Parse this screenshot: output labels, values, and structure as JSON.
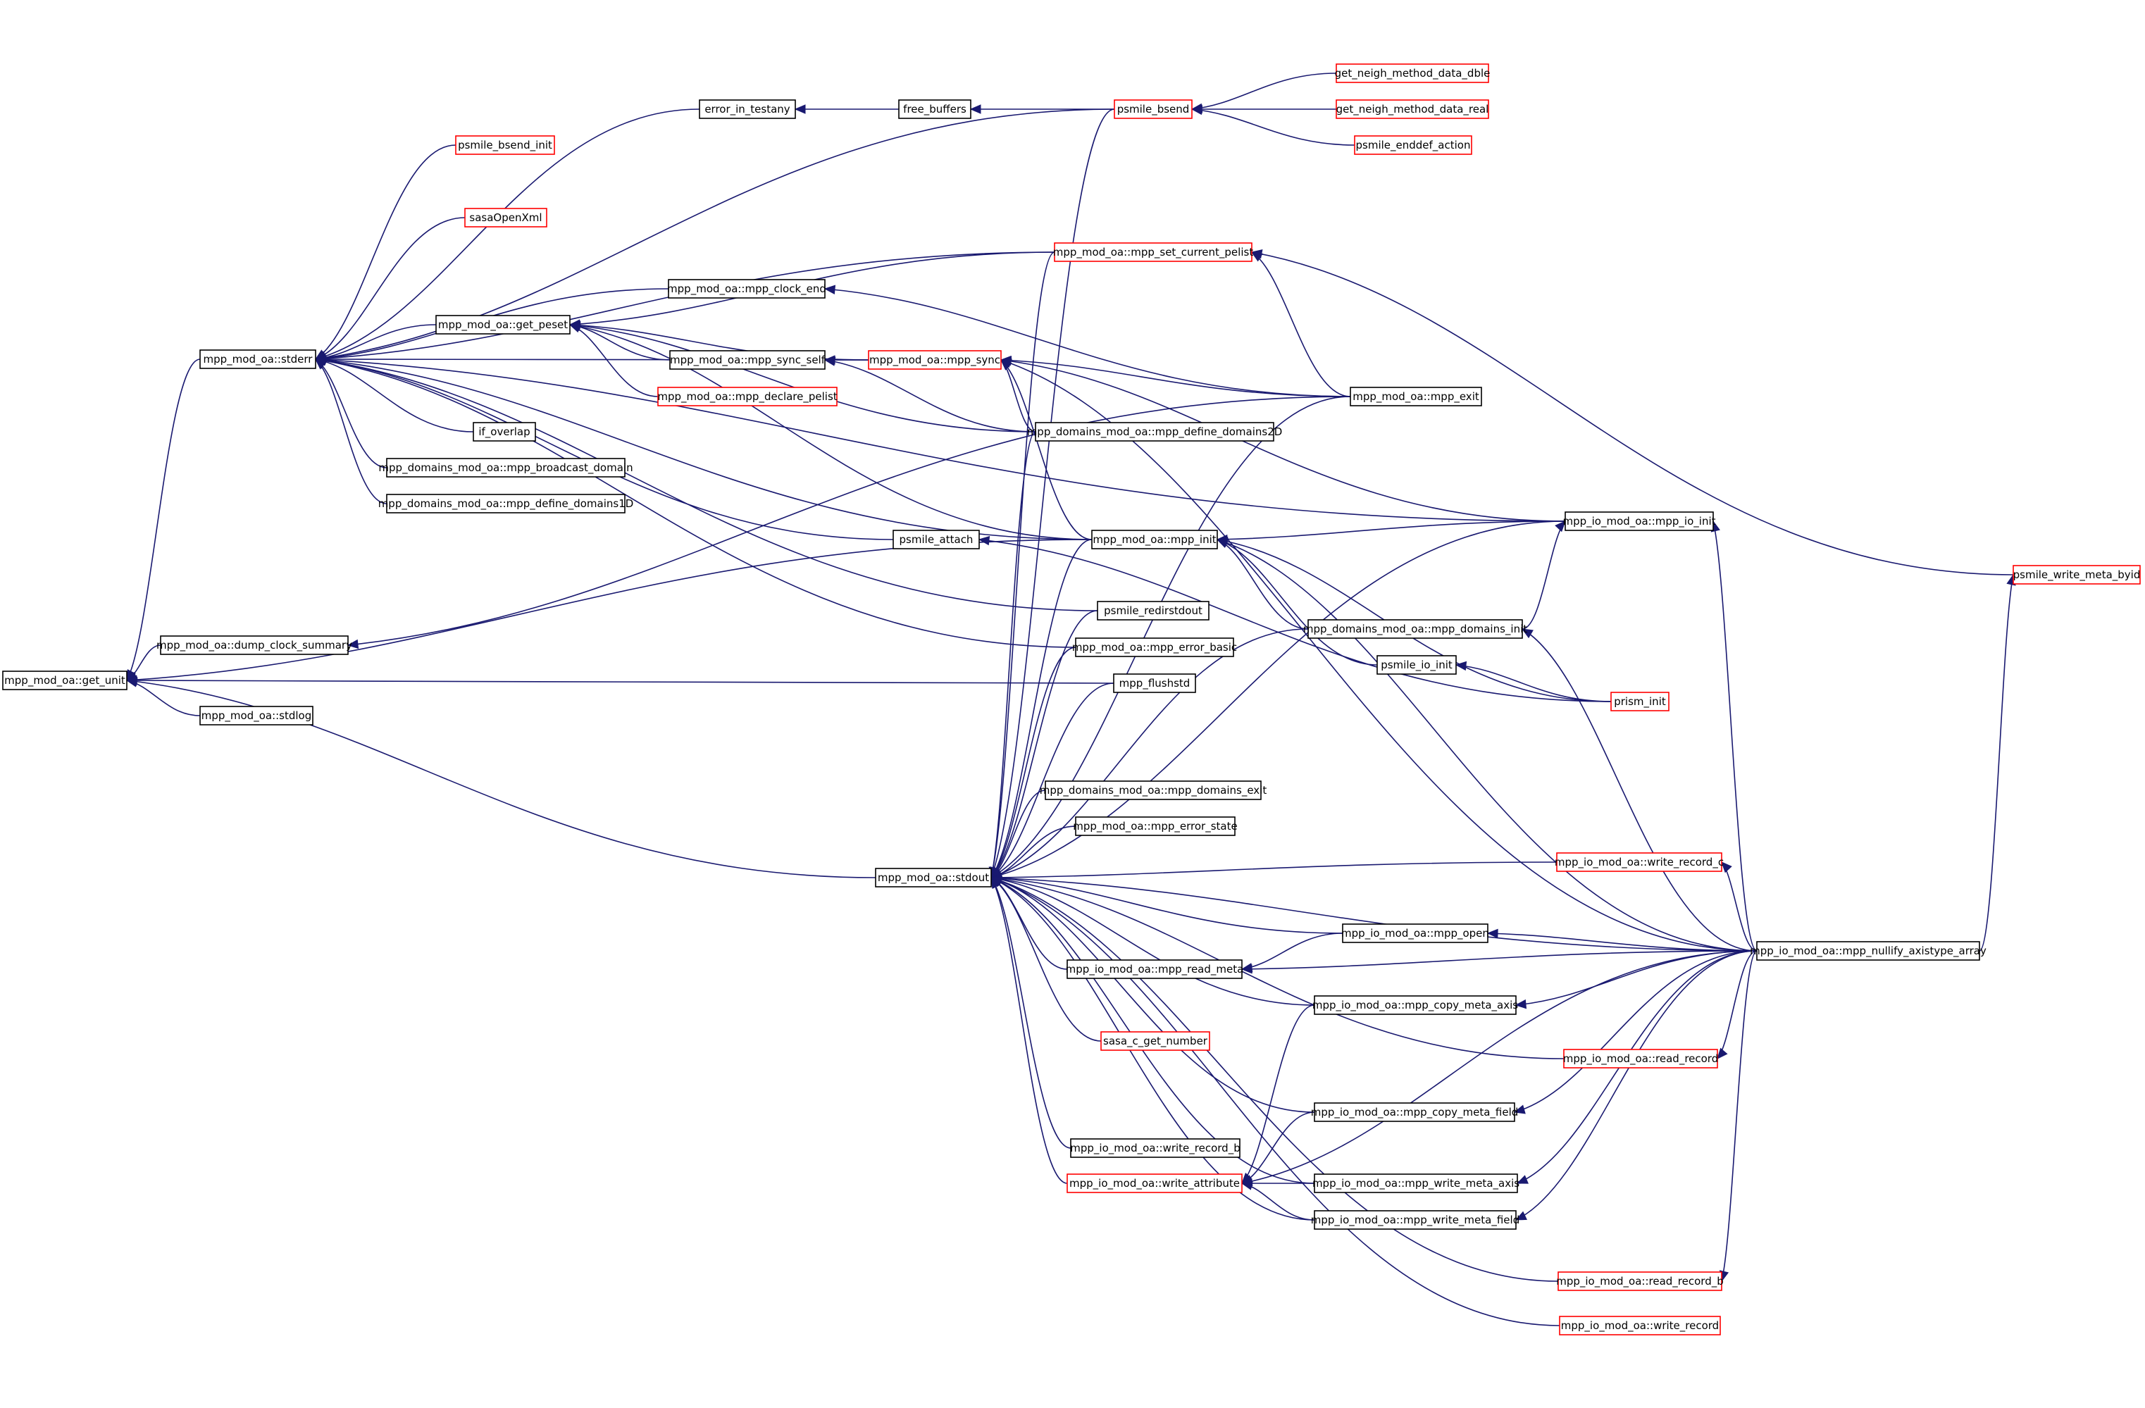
{
  "colors": {
    "edge": "#191970",
    "box_border": "#000000",
    "box_border_link": "#ff0000",
    "root_fill": "#bfbfbf"
  },
  "nodes": {
    "get_unit": {
      "label": "mpp_mod_oa::get_unit",
      "root": true
    },
    "stderr": {
      "label": "mpp_mod_oa::stderr"
    },
    "dump_clock_summary": {
      "label": "mpp_mod_oa::dump_clock_summary"
    },
    "stdlog": {
      "label": "mpp_mod_oa::stdlog"
    },
    "stdout": {
      "label": "mpp_mod_oa::stdout"
    },
    "error_in_testany": {
      "label": "error_in_testany"
    },
    "free_buffers": {
      "label": "free_buffers"
    },
    "psmile_bsend": {
      "label": "psmile_bsend",
      "red": true
    },
    "get_neigh_method_data_dble": {
      "label": "get_neigh_method_data_dble",
      "red": true
    },
    "get_neigh_method_data_real": {
      "label": "get_neigh_method_data_real",
      "red": true
    },
    "psmile_enddef_action": {
      "label": "psmile_enddef_action",
      "red": true
    },
    "psmile_bsend_init": {
      "label": "psmile_bsend_init",
      "red": true
    },
    "sasaOpenXml": {
      "label": "sasaOpenXml",
      "red": true
    },
    "mpp_set_current_pelist": {
      "label": "mpp_mod_oa::mpp_set_current_pelist",
      "red": true
    },
    "mpp_clock_end": {
      "label": "mpp_mod_oa::mpp_clock_end"
    },
    "get_peset": {
      "label": "mpp_mod_oa::get_peset"
    },
    "mpp_sync_self": {
      "label": "mpp_mod_oa::mpp_sync_self"
    },
    "mpp_sync": {
      "label": "mpp_mod_oa::mpp_sync",
      "red": true
    },
    "mpp_declare_pelist": {
      "label": "mpp_mod_oa::mpp_declare_pelist",
      "red": true
    },
    "mpp_exit": {
      "label": "mpp_mod_oa::mpp_exit"
    },
    "if_overlap": {
      "label": "if_overlap"
    },
    "mpp_define_domains2D": {
      "label": "mpp_domains_mod_oa::mpp_define_domains2D"
    },
    "mpp_broadcast_domain": {
      "label": "mpp_domains_mod_oa::mpp_broadcast_domain"
    },
    "mpp_define_domains1D": {
      "label": "mpp_domains_mod_oa::mpp_define_domains1D"
    },
    "psmile_attach": {
      "label": "psmile_attach"
    },
    "mpp_init": {
      "label": "mpp_mod_oa::mpp_init"
    },
    "mpp_io_init": {
      "label": "mpp_io_mod_oa::mpp_io_init"
    },
    "psmile_write_meta_byid": {
      "label": "psmile_write_meta_byid",
      "red": true
    },
    "psmile_redirstdout": {
      "label": "psmile_redirstdout"
    },
    "mpp_error_basic": {
      "label": "mpp_mod_oa::mpp_error_basic"
    },
    "mpp_domains_init": {
      "label": "mpp_domains_mod_oa::mpp_domains_init"
    },
    "mpp_flushstd": {
      "label": "mpp_flushstd"
    },
    "psmile_io_init": {
      "label": "psmile_io_init"
    },
    "prism_init": {
      "label": "prism_init",
      "red": true
    },
    "mpp_domains_exit": {
      "label": "mpp_domains_mod_oa::mpp_domains_exit"
    },
    "mpp_error_state": {
      "label": "mpp_mod_oa::mpp_error_state"
    },
    "write_record_c": {
      "label": "mpp_io_mod_oa::write_record_c",
      "red": true
    },
    "mpp_open": {
      "label": "mpp_io_mod_oa::mpp_open"
    },
    "mpp_nullify_axistype_array": {
      "label": "mpp_io_mod_oa::mpp_nullify_axistype_array"
    },
    "mpp_read_meta": {
      "label": "mpp_io_mod_oa::mpp_read_meta"
    },
    "mpp_copy_meta_axis": {
      "label": "mpp_io_mod_oa::mpp_copy_meta_axis"
    },
    "sasa_c_get_number": {
      "label": "sasa_c_get_number",
      "red": true
    },
    "read_record": {
      "label": "mpp_io_mod_oa::read_record",
      "red": true
    },
    "mpp_copy_meta_field": {
      "label": "mpp_io_mod_oa::mpp_copy_meta_field"
    },
    "write_record_b": {
      "label": "mpp_io_mod_oa::write_record_b"
    },
    "write_attribute": {
      "label": "mpp_io_mod_oa::write_attribute",
      "red": true
    },
    "mpp_write_meta_axis": {
      "label": "mpp_io_mod_oa::mpp_write_meta_axis"
    },
    "mpp_write_meta_field": {
      "label": "mpp_io_mod_oa::mpp_write_meta_field"
    },
    "read_record_b": {
      "label": "mpp_io_mod_oa::read_record_b",
      "red": true
    },
    "write_record": {
      "label": "mpp_io_mod_oa::write_record",
      "red": true
    }
  },
  "edges": [
    [
      "stderr",
      "get_unit"
    ],
    [
      "dump_clock_summary",
      "get_unit"
    ],
    [
      "stdlog",
      "get_unit"
    ],
    [
      "stdout",
      "get_unit"
    ],
    [
      "mpp_init",
      "get_unit"
    ],
    [
      "mpp_flushstd",
      "get_unit"
    ],
    [
      "error_in_testany",
      "stderr"
    ],
    [
      "psmile_bsend_init",
      "stderr"
    ],
    [
      "sasaOpenXml",
      "stderr"
    ],
    [
      "mpp_clock_end",
      "stderr"
    ],
    [
      "get_peset",
      "stderr"
    ],
    [
      "if_overlap",
      "stderr"
    ],
    [
      "mpp_broadcast_domain",
      "stderr"
    ],
    [
      "mpp_define_domains1D",
      "stderr"
    ],
    [
      "psmile_attach",
      "stderr"
    ],
    [
      "psmile_bsend",
      "stderr"
    ],
    [
      "mpp_io_init",
      "stderr"
    ],
    [
      "mpp_set_current_pelist",
      "stderr"
    ],
    [
      "mpp_sync",
      "stderr"
    ],
    [
      "mpp_init",
      "stderr"
    ],
    [
      "psmile_redirstdout",
      "stderr"
    ],
    [
      "mpp_error_basic",
      "stderr"
    ],
    [
      "mpp_exit",
      "dump_clock_summary"
    ],
    [
      "free_buffers",
      "error_in_testany"
    ],
    [
      "psmile_bsend",
      "free_buffers"
    ],
    [
      "get_neigh_method_data_dble",
      "psmile_bsend"
    ],
    [
      "get_neigh_method_data_real",
      "psmile_bsend"
    ],
    [
      "psmile_enddef_action",
      "psmile_bsend"
    ],
    [
      "mpp_set_current_pelist",
      "get_peset"
    ],
    [
      "mpp_sync_self",
      "get_peset"
    ],
    [
      "mpp_sync",
      "get_peset"
    ],
    [
      "mpp_declare_pelist",
      "get_peset"
    ],
    [
      "mpp_define_domains2D",
      "get_peset"
    ],
    [
      "mpp_init",
      "get_peset"
    ],
    [
      "mpp_sync",
      "mpp_sync_self"
    ],
    [
      "mpp_define_domains2D",
      "mpp_sync_self"
    ],
    [
      "mpp_exit",
      "mpp_sync"
    ],
    [
      "mpp_define_domains2D",
      "mpp_sync"
    ],
    [
      "mpp_init",
      "mpp_sync"
    ],
    [
      "mpp_io_init",
      "mpp_sync"
    ],
    [
      "mpp_nullify_axistype_array",
      "mpp_sync"
    ],
    [
      "mpp_exit",
      "mpp_set_current_pelist"
    ],
    [
      "psmile_write_meta_byid",
      "mpp_set_current_pelist"
    ],
    [
      "mpp_exit",
      "mpp_clock_end"
    ],
    [
      "mpp_io_init",
      "mpp_init"
    ],
    [
      "mpp_domains_init",
      "mpp_init"
    ],
    [
      "psmile_io_init",
      "mpp_init"
    ],
    [
      "prism_init",
      "mpp_init"
    ],
    [
      "mpp_nullify_axistype_array",
      "mpp_init"
    ],
    [
      "mpp_domains_init",
      "mpp_io_init"
    ],
    [
      "mpp_nullify_axistype_array",
      "mpp_io_init"
    ],
    [
      "mpp_nullify_axistype_array",
      "mpp_domains_init"
    ],
    [
      "prism_init",
      "psmile_io_init"
    ],
    [
      "prism_init",
      "psmile_attach"
    ],
    [
      "mpp_nullify_axistype_array",
      "psmile_write_meta_byid"
    ],
    [
      "psmile_bsend",
      "stdout"
    ],
    [
      "mpp_set_current_pelist",
      "stdout"
    ],
    [
      "mpp_exit",
      "stdout"
    ],
    [
      "mpp_define_domains2D",
      "stdout"
    ],
    [
      "mpp_init",
      "stdout"
    ],
    [
      "psmile_redirstdout",
      "stdout"
    ],
    [
      "mpp_error_basic",
      "stdout"
    ],
    [
      "mpp_flushstd",
      "stdout"
    ],
    [
      "mpp_domains_init",
      "stdout"
    ],
    [
      "mpp_io_init",
      "stdout"
    ],
    [
      "mpp_domains_exit",
      "stdout"
    ],
    [
      "mpp_error_state",
      "stdout"
    ],
    [
      "write_record_c",
      "stdout"
    ],
    [
      "mpp_nullify_axistype_array",
      "stdout"
    ],
    [
      "mpp_open",
      "stdout"
    ],
    [
      "mpp_read_meta",
      "stdout"
    ],
    [
      "mpp_copy_meta_axis",
      "stdout"
    ],
    [
      "sasa_c_get_number",
      "stdout"
    ],
    [
      "read_record",
      "stdout"
    ],
    [
      "mpp_copy_meta_field",
      "stdout"
    ],
    [
      "write_record_b",
      "stdout"
    ],
    [
      "write_attribute",
      "stdout"
    ],
    [
      "mpp_write_meta_axis",
      "stdout"
    ],
    [
      "mpp_write_meta_field",
      "stdout"
    ],
    [
      "read_record_b",
      "stdout"
    ],
    [
      "write_record",
      "stdout"
    ],
    [
      "mpp_nullify_axistype_array",
      "write_record_c"
    ],
    [
      "mpp_nullify_axistype_array",
      "mpp_open"
    ],
    [
      "mpp_open",
      "mpp_read_meta"
    ],
    [
      "mpp_nullify_axistype_array",
      "mpp_read_meta"
    ],
    [
      "mpp_nullify_axistype_array",
      "mpp_copy_meta_axis"
    ],
    [
      "mpp_nullify_axistype_array",
      "read_record"
    ],
    [
      "mpp_nullify_axistype_array",
      "mpp_copy_meta_field"
    ],
    [
      "mpp_copy_meta_axis",
      "write_attribute"
    ],
    [
      "mpp_copy_meta_field",
      "write_attribute"
    ],
    [
      "mpp_write_meta_axis",
      "write_attribute"
    ],
    [
      "mpp_write_meta_field",
      "write_attribute"
    ],
    [
      "mpp_nullify_axistype_array",
      "write_attribute"
    ],
    [
      "mpp_nullify_axistype_array",
      "mpp_write_meta_axis"
    ],
    [
      "mpp_nullify_axistype_array",
      "mpp_write_meta_field"
    ],
    [
      "mpp_nullify_axistype_array",
      "read_record_b"
    ]
  ]
}
